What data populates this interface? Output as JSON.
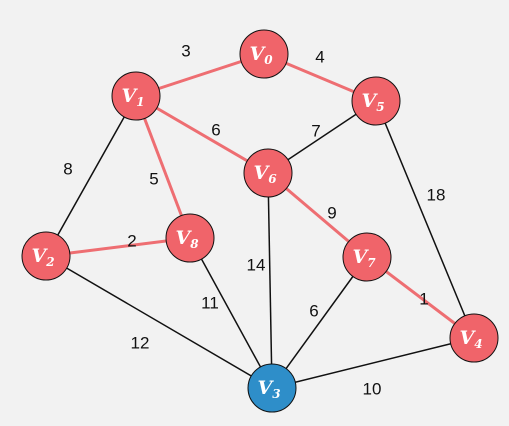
{
  "graph": {
    "colors": {
      "background": "#f2f2f2",
      "node_red": "#f0646a",
      "node_blue": "#2e8ec9",
      "edge_red": "#ee6e72",
      "edge_black": "#111111",
      "node_stroke": "#111111"
    },
    "nodes": [
      {
        "id": "v0",
        "letter": "V",
        "sub": "0",
        "color": "red"
      },
      {
        "id": "v1",
        "letter": "V",
        "sub": "1",
        "color": "red"
      },
      {
        "id": "v2",
        "letter": "V",
        "sub": "2",
        "color": "red"
      },
      {
        "id": "v3",
        "letter": "V",
        "sub": "3",
        "color": "blue"
      },
      {
        "id": "v4",
        "letter": "V",
        "sub": "4",
        "color": "red"
      },
      {
        "id": "v5",
        "letter": "V",
        "sub": "5",
        "color": "red"
      },
      {
        "id": "v6",
        "letter": "V",
        "sub": "6",
        "color": "red"
      },
      {
        "id": "v7",
        "letter": "V",
        "sub": "7",
        "color": "red"
      },
      {
        "id": "v8",
        "letter": "V",
        "sub": "8",
        "color": "red"
      }
    ],
    "edges": [
      {
        "from": "v1",
        "to": "v0",
        "weight": "3",
        "highlight": true
      },
      {
        "from": "v0",
        "to": "v5",
        "weight": "4",
        "highlight": true
      },
      {
        "from": "v1",
        "to": "v6",
        "weight": "6",
        "highlight": true
      },
      {
        "from": "v5",
        "to": "v6",
        "weight": "7",
        "highlight": false
      },
      {
        "from": "v1",
        "to": "v2",
        "weight": "8",
        "highlight": false
      },
      {
        "from": "v1",
        "to": "v8",
        "weight": "5",
        "highlight": true
      },
      {
        "from": "v5",
        "to": "v4",
        "weight": "18",
        "highlight": false
      },
      {
        "from": "v6",
        "to": "v7",
        "weight": "9",
        "highlight": true
      },
      {
        "from": "v2",
        "to": "v8",
        "weight": "2",
        "highlight": true
      },
      {
        "from": "v6",
        "to": "v3",
        "weight": "14",
        "highlight": false
      },
      {
        "from": "v8",
        "to": "v3",
        "weight": "11",
        "highlight": false
      },
      {
        "from": "v7",
        "to": "v4",
        "weight": "1",
        "highlight": true
      },
      {
        "from": "v7",
        "to": "v3",
        "weight": "6",
        "highlight": false
      },
      {
        "from": "v2",
        "to": "v3",
        "weight": "12",
        "highlight": false
      },
      {
        "from": "v3",
        "to": "v4",
        "weight": "10",
        "highlight": false
      }
    ]
  }
}
